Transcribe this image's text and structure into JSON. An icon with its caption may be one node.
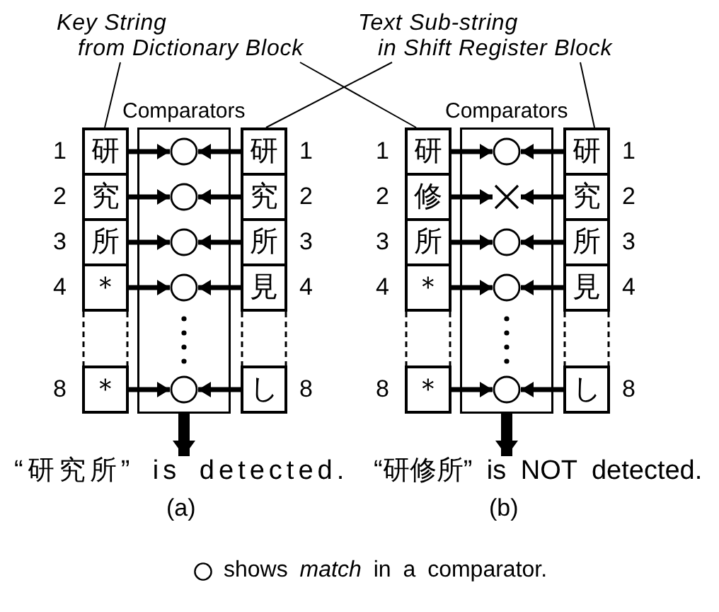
{
  "diagram": {
    "nodes": [
      {
        "text": [
          "Key String from Dictionary Block"
        ]
      },
      {
        "text": [
          "Text Sub-string in Shift Register Block"
        ]
      },
      {
        "text": [
          "Comparators"
        ]
      },
      {
        "text": [
          "研"
        ],
        "beside": [
          "1"
        ]
      },
      {
        "text": [
          "究"
        ],
        "beside": [
          "2"
        ]
      },
      {
        "text": [
          "所"
        ],
        "beside": [
          "3"
        ]
      },
      {
        "text": [
          "＊"
        ],
        "beside": [
          "4"
        ]
      },
      {
        "text": [
          "＊"
        ],
        "beside": [
          "8"
        ]
      },
      {
        "text": [],
        "shape": "circle",
        "in": 2
      },
      {
        "text": [],
        "shape": "circle",
        "in": 2
      },
      {
        "text": [],
        "shape": "circle",
        "in": 2
      },
      {
        "text": [],
        "shape": "circle",
        "in": 2
      },
      {
        "text": [],
        "shape": "circle",
        "in": 2
      },
      {
        "text": [
          "研"
        ],
        "beside": [
          "1"
        ]
      },
      {
        "text": [
          "究"
        ],
        "beside": [
          "2"
        ]
      },
      {
        "text": [
          "所"
        ],
        "beside": [
          "3"
        ]
      },
      {
        "text": [
          "見"
        ],
        "beside": [
          "4"
        ]
      },
      {
        "text": [
          "し"
        ],
        "beside": [
          "8"
        ]
      },
      {
        "text": [
          "“研究所” is detected."
        ]
      },
      {
        "text": [
          "Comparators"
        ]
      },
      {
        "text": [
          "研"
        ],
        "beside": [
          "1"
        ]
      },
      {
        "text": [
          "修"
        ],
        "beside": [
          "2"
        ]
      },
      {
        "text": [
          "所"
        ],
        "beside": [
          "3"
        ]
      },
      {
        "text": [
          "＊"
        ],
        "beside": [
          "4"
        ]
      },
      {
        "text": [
          "＊"
        ],
        "beside": [
          "8"
        ]
      },
      {
        "text": [],
        "shape": "circle",
        "in": 19
      },
      {
        "text": [],
        "shape": "cross",
        "in": 19
      },
      {
        "text": [],
        "shape": "circle",
        "in": 19
      },
      {
        "text": [],
        "shape": "circle",
        "in": 19
      },
      {
        "text": [],
        "shape": "circle",
        "in": 19
      },
      {
        "text": [
          "研"
        ],
        "beside": [
          "1"
        ]
      },
      {
        "text": [
          "究"
        ],
        "beside": [
          "2"
        ]
      },
      {
        "text": [
          "所"
        ],
        "beside": [
          "3"
        ]
      },
      {
        "text": [
          "見"
        ],
        "beside": [
          "4"
        ]
      },
      {
        "text": [
          "し"
        ],
        "beside": [
          "8"
        ]
      },
      {
        "text": [
          "“研修所” is NOT detected."
        ]
      }
    ],
    "edges": [
      {
        "from": 0,
        "to": 3,
        "arrow": "none"
      },
      {
        "from": 0,
        "to": 20,
        "arrow": "none"
      },
      {
        "from": 1,
        "to": 13,
        "arrow": "none"
      },
      {
        "from": 1,
        "to": 30,
        "arrow": "none"
      },
      {
        "from": 3,
        "to": 8,
        "arrow": "to"
      },
      {
        "from": 13,
        "to": 8,
        "arrow": "to"
      },
      {
        "from": 4,
        "to": 9,
        "arrow": "to"
      },
      {
        "from": 14,
        "to": 9,
        "arrow": "to"
      },
      {
        "from": 5,
        "to": 10,
        "arrow": "to"
      },
      {
        "from": 15,
        "to": 10,
        "arrow": "to"
      },
      {
        "from": 6,
        "to": 11,
        "arrow": "to"
      },
      {
        "from": 16,
        "to": 11,
        "arrow": "to"
      },
      {
        "from": 7,
        "to": 12,
        "arrow": "to"
      },
      {
        "from": 17,
        "to": 12,
        "arrow": "to"
      },
      {
        "from": 20,
        "to": 25,
        "arrow": "to"
      },
      {
        "from": 30,
        "to": 25,
        "arrow": "to"
      },
      {
        "from": 21,
        "to": 26,
        "arrow": "to"
      },
      {
        "from": 31,
        "to": 26,
        "arrow": "to"
      },
      {
        "from": 22,
        "to": 27,
        "arrow": "to"
      },
      {
        "from": 32,
        "to": 27,
        "arrow": "to"
      },
      {
        "from": 23,
        "to": 28,
        "arrow": "to"
      },
      {
        "from": 33,
        "to": 28,
        "arrow": "to"
      },
      {
        "from": 24,
        "to": 29,
        "arrow": "to"
      },
      {
        "from": 34,
        "to": 29,
        "arrow": "to"
      },
      {
        "from": 2,
        "to": 18,
        "arrow": "to",
        "style": "thick"
      },
      {
        "from": 19,
        "to": 35,
        "arrow": "to",
        "style": "thick"
      }
    ],
    "labels": [
      "(a)",
      "(b)"
    ],
    "legend": [
      {
        "text": "shows *match* in a comparator."
      }
    ]
  }
}
